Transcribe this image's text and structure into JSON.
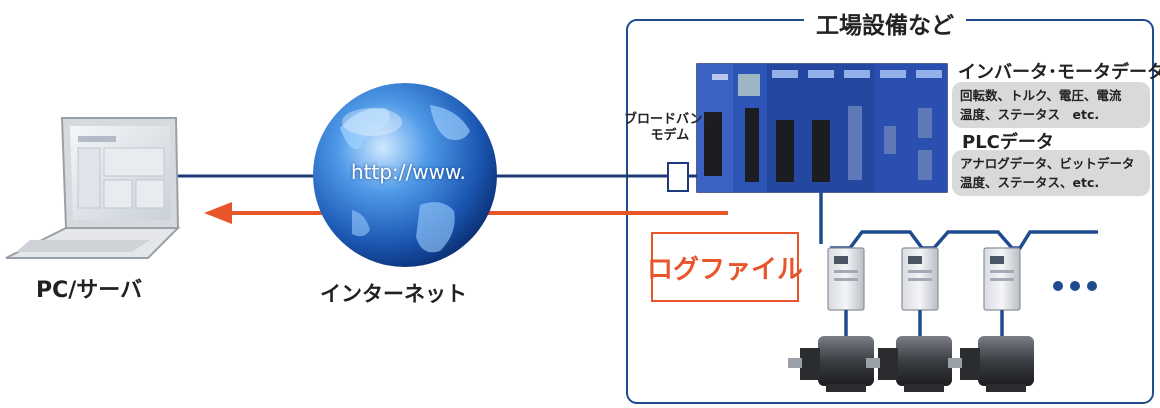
{
  "title": "工場設備など",
  "pc": {
    "label": "PC/サーバ"
  },
  "internet": {
    "label": "インターネット",
    "url": "http://www."
  },
  "modem": {
    "line1": "ブロードバンド",
    "line2": "モデム"
  },
  "info_blocks": [
    {
      "heading": "インバータ･モータデータ",
      "lines": [
        "回転数、トルク、電圧、電流",
        "温度、ステータス　etc."
      ]
    },
    {
      "heading": "PLCデータ",
      "lines": [
        "アナログデータ、ビットデータ",
        "温度、ステータス、etc."
      ]
    }
  ],
  "log_file": {
    "label": "ログファイル"
  },
  "more": {
    "label": "•••"
  },
  "colors": {
    "frame": "#1f4c8f",
    "line": "#1e3a7a",
    "arrow": "#e8552a",
    "plc_body": "#2a4fb0",
    "info_bg": "#d9d9d9"
  }
}
